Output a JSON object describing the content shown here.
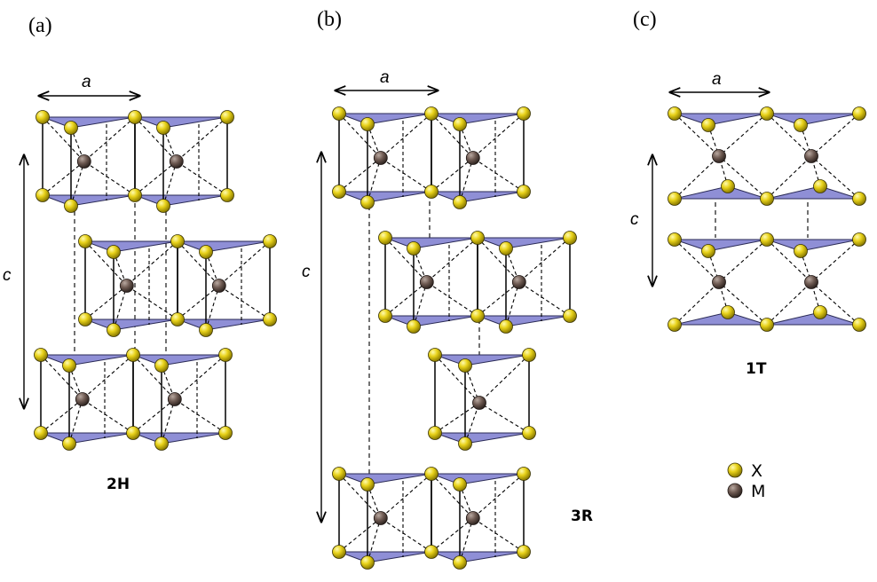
{
  "panels": [
    {
      "label": "(a)",
      "polytype": "2H"
    },
    {
      "label": "(b)",
      "polytype": "3R"
    },
    {
      "label": "(c)",
      "polytype": "1T"
    }
  ],
  "axes": {
    "a": "a",
    "c": "c"
  },
  "legend": [
    {
      "symbol": "X",
      "color": "#e8d21a"
    },
    {
      "symbol": "M",
      "color": "#6e5a52"
    }
  ],
  "colors": {
    "triangle_fill": "#8f8fd6",
    "x_atom": "#e8d21a",
    "m_atom": "#6e5a52"
  }
}
